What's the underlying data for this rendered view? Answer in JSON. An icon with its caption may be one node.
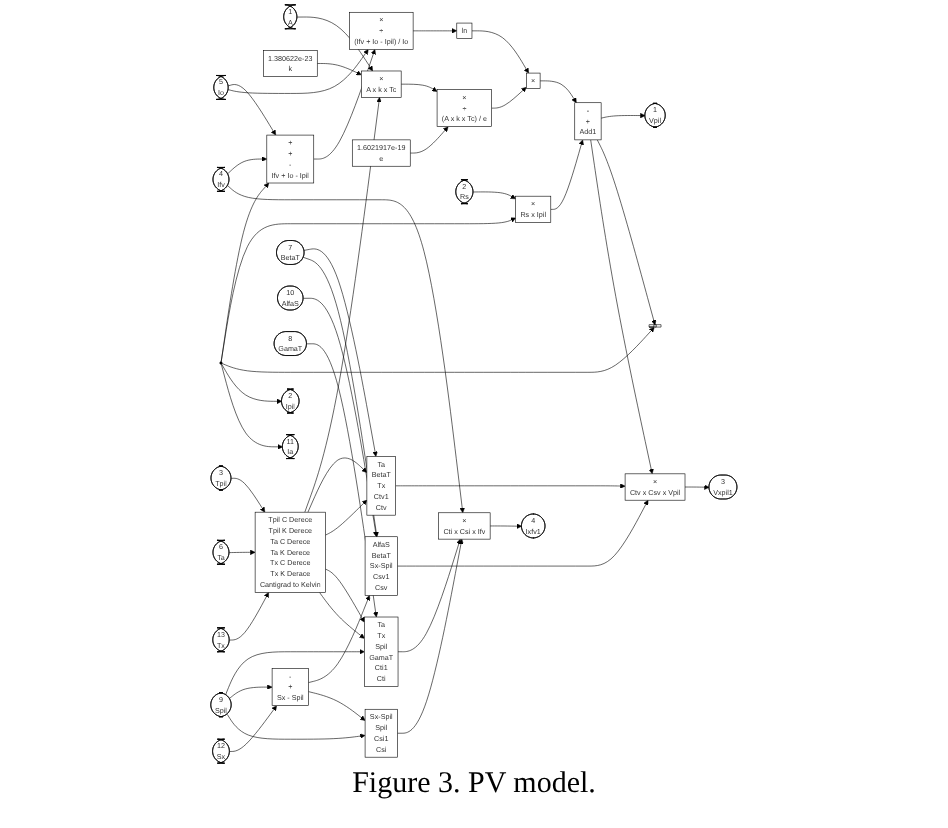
{
  "diagram": {
    "caption": "Figure 3. PV model.",
    "nodes": [
      {
        "text": [
          "1",
          "A"
        ]
      },
      {
        "text": [
          "1.380622e-23",
          "k"
        ]
      },
      {
        "text": [
          "×",
          "A x k x Tc"
        ]
      },
      {
        "text": [
          "×",
          "÷",
          "(A x k x Tc) / e"
        ]
      },
      {
        "text": [
          "1.6021917e-19",
          "e"
        ]
      },
      {
        "text": [
          "3",
          "Tpil"
        ]
      },
      {
        "text": [
          "6",
          "Ta"
        ]
      },
      {
        "text": [
          "13",
          "Tx"
        ]
      },
      {
        "text": [
          "Tpil C Derece",
          "Tpil K Derece",
          "Ta C Derece",
          "Ta K Derece",
          "Tx C Derece",
          "Tx K Derace",
          "Cantigrad to Kelvin"
        ]
      },
      {
        "text": [
          "4",
          "Ifv"
        ]
      },
      {
        "text": [
          "5",
          "Io"
        ]
      },
      {
        "text": [
          "+",
          "+",
          "-",
          "Ifv + Io - Ipil"
        ]
      },
      {
        "text": [
          "×",
          "÷",
          "(Ifv + Io - Ipil) / Io"
        ]
      },
      {
        "text": [
          "ln"
        ]
      },
      {
        "text": [
          "×"
        ]
      },
      {
        "text": [
          "2",
          "Rs"
        ]
      },
      {
        "text": [
          "×",
          "Rs x Ipil"
        ]
      },
      {
        "text": [
          "-",
          "+",
          "Add1"
        ]
      },
      {
        "text": [
          "1",
          "Vpil"
        ]
      },
      {
        "text": [],
        "shape": "box"
      },
      {
        "text": [
          "2",
          "Ipil"
        ]
      },
      {
        "text": [
          "11",
          "Ia"
        ]
      },
      {
        "text": [
          "7",
          "BetaT"
        ]
      },
      {
        "text": [
          "Ta",
          "BetaT",
          "Tx",
          "Ctv1",
          "Ctv"
        ]
      },
      {
        "text": [
          "Ta",
          "Tx",
          "Spil",
          "GamaT",
          "Cti1",
          "Cti"
        ]
      },
      {
        "text": [
          "8",
          "GamaT"
        ]
      },
      {
        "text": [
          "9",
          "Spil"
        ]
      },
      {
        "text": [
          "10",
          "AlfaS"
        ]
      },
      {
        "text": [
          "AlfaS",
          "BetaT",
          "Sx-Spil",
          "Csv1",
          "Csv"
        ]
      },
      {
        "text": [
          "12",
          "Sx"
        ]
      },
      {
        "text": [
          "-",
          "+",
          "Sx - Spil"
        ]
      },
      {
        "text": [
          "Sx-Spil",
          "Spil",
          "Csi1",
          "Csi"
        ]
      },
      {
        "text": [
          "×",
          "Ctv x Csv x Vpil"
        ]
      },
      {
        "text": [
          "3",
          "Vxpil1"
        ]
      },
      {
        "text": [
          "×",
          "Cti x Csi x Ifv"
        ]
      },
      {
        "text": [
          "4",
          "Ixfv1"
        ]
      },
      {
        "text": [],
        "shape": "circle"
      }
    ],
    "edges": [
      {
        "from": 0,
        "to": 2,
        "arrow": "to"
      },
      {
        "from": 1,
        "to": 2,
        "arrow": "to"
      },
      {
        "from": 8,
        "to": 2,
        "arrow": "to"
      },
      {
        "from": 2,
        "to": 3,
        "arrow": "to"
      },
      {
        "from": 4,
        "to": 3,
        "arrow": "to"
      },
      {
        "from": 3,
        "to": 14,
        "arrow": "to"
      },
      {
        "from": 5,
        "to": 8,
        "arrow": "to"
      },
      {
        "from": 6,
        "to": 8,
        "arrow": "to"
      },
      {
        "from": 7,
        "to": 8,
        "arrow": "to"
      },
      {
        "from": 9,
        "to": 11,
        "arrow": "to"
      },
      {
        "from": 10,
        "to": 11,
        "arrow": "to"
      },
      {
        "from": 36,
        "to": 11,
        "arrow": "to"
      },
      {
        "from": 11,
        "to": 12,
        "arrow": "to"
      },
      {
        "from": 10,
        "to": 12,
        "arrow": "to"
      },
      {
        "from": 12,
        "to": 13,
        "arrow": "to"
      },
      {
        "from": 13,
        "to": 14,
        "arrow": "to"
      },
      {
        "from": 14,
        "to": 17,
        "arrow": "to"
      },
      {
        "from": 15,
        "to": 16,
        "arrow": "to"
      },
      {
        "from": 36,
        "to": 16,
        "arrow": "to"
      },
      {
        "from": 16,
        "to": 17,
        "arrow": "to"
      },
      {
        "from": 17,
        "to": 18,
        "arrow": "to"
      },
      {
        "from": 17,
        "to": 19,
        "arrow": "to"
      },
      {
        "from": 36,
        "to": 19,
        "arrow": "to"
      },
      {
        "from": 36,
        "to": 20,
        "arrow": "to"
      },
      {
        "from": 36,
        "to": 21,
        "arrow": "to"
      },
      {
        "from": 8,
        "to": 23,
        "arrow": "to"
      },
      {
        "from": 22,
        "to": 23,
        "arrow": "to"
      },
      {
        "from": 8,
        "to": 23,
        "arrow": "to"
      },
      {
        "from": 8,
        "to": 24,
        "arrow": "to"
      },
      {
        "from": 8,
        "to": 24,
        "arrow": "to"
      },
      {
        "from": 26,
        "to": 24,
        "arrow": "to"
      },
      {
        "from": 25,
        "to": 24,
        "arrow": "to"
      },
      {
        "from": 27,
        "to": 28,
        "arrow": "to"
      },
      {
        "from": 22,
        "to": 28,
        "arrow": "to"
      },
      {
        "from": 30,
        "to": 28,
        "arrow": "to"
      },
      {
        "from": 26,
        "to": 30,
        "arrow": "to"
      },
      {
        "from": 29,
        "to": 30,
        "arrow": "to"
      },
      {
        "from": 30,
        "to": 31,
        "arrow": "to"
      },
      {
        "from": 26,
        "to": 31,
        "arrow": "to"
      },
      {
        "from": 23,
        "to": 32,
        "arrow": "to"
      },
      {
        "from": 28,
        "to": 32,
        "arrow": "to"
      },
      {
        "from": 17,
        "to": 32,
        "arrow": "to"
      },
      {
        "from": 32,
        "to": 33,
        "arrow": "to"
      },
      {
        "from": 24,
        "to": 34,
        "arrow": "to"
      },
      {
        "from": 31,
        "to": 34,
        "arrow": "to"
      },
      {
        "from": 9,
        "to": 34,
        "arrow": "to"
      },
      {
        "from": 34,
        "to": 35,
        "arrow": "to"
      }
    ]
  }
}
